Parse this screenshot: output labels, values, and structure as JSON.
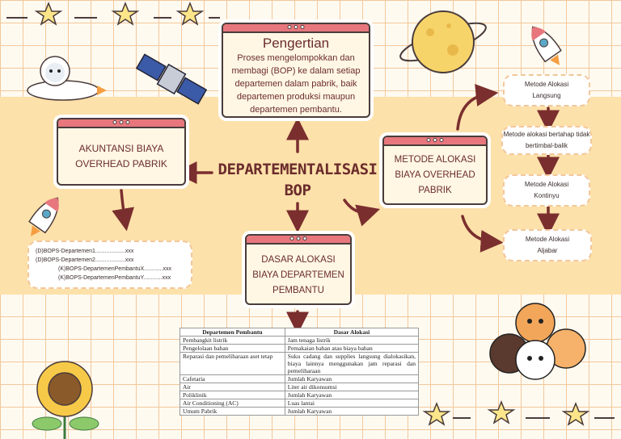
{
  "center": {
    "line1": "DEPARTEMENTALISASI",
    "line2": "BOP"
  },
  "pengertian": {
    "title": "Pengertian",
    "text": "Proses mengelompokkan dan membagi (BOP) ke dalam setiap departemen dalam pabrik, baik departemen produksi maupun departemen pembantu."
  },
  "akuntansi": {
    "text": "AKUNTANSI BIAYA OVERHEAD PABRIK"
  },
  "journal": {
    "lines": [
      "(D)BOPS-Departemen1...................xxx",
      "(D)BOPS-Departemen2...................xxx",
      "(K)BOPS-DepartemenPembantuX............xxx",
      "(K)BOPS-DepartemenPembantuY............xxx"
    ]
  },
  "metode": {
    "text": "METODE ALOKASI BIAYA OVERHEAD PABRIK"
  },
  "dasar": {
    "text": "DASAR ALOKASI BIAYA DEPARTEMEN PEMBANTU"
  },
  "methods": [
    "Metode Alokasi Langsung",
    "Metode alokasi bertahap tidak bertimbal-balik",
    "Metode Alokasi Kontinyu",
    "Metode Alokasi Aljabar"
  ],
  "table": {
    "headers": [
      "Departemen Pembantu",
      "Dasar Alokasi"
    ],
    "rows": [
      [
        "Pembangkit listrik",
        "Jam tenaga listrik"
      ],
      [
        "Pengelolaan bahan",
        "Pemakaian bahan atau biaya bahan"
      ],
      [
        "Reparasi dan pemeliharaan aset tetap",
        "Suku cadang dan supplies langsung dialokasikan, biaya lainnya menggunakan jam reparasi dan pemeliharaan"
      ],
      [
        "Cafetaria",
        "Jumlah Karyawan"
      ],
      [
        "Air",
        "Liter air dikonsumsi"
      ],
      [
        "Poliklinik",
        "Jumlah Karyawan"
      ],
      [
        "Air Conditioning (AC)",
        "Luas lantai"
      ],
      [
        "Umum Pabrik",
        "Jumlah Karyawan"
      ]
    ]
  },
  "colors": {
    "accent": "#e7777d",
    "text": "#6b2c2c",
    "band": "#fde1aa",
    "grid": "#f2c79a",
    "arrow": "#7a2e2e"
  }
}
